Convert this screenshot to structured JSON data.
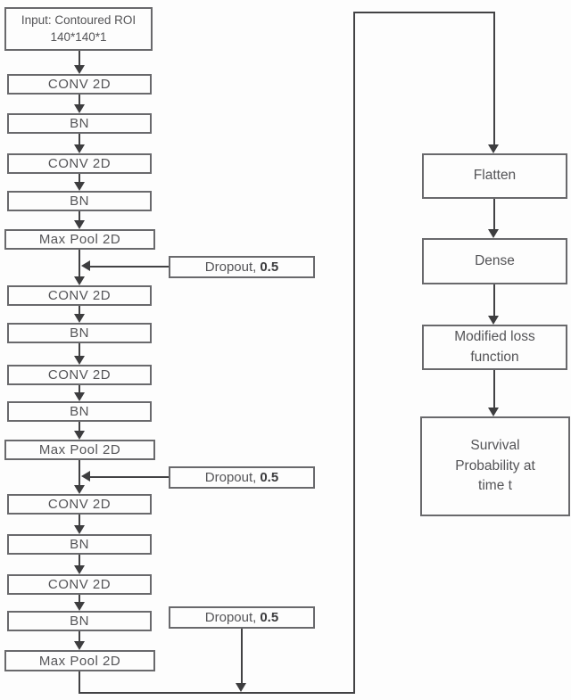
{
  "nodes": {
    "input": {
      "line1": "Input: Contoured ROI",
      "line2": "140*140*1"
    },
    "left": [
      "CONV 2D",
      "BN",
      "CONV 2D",
      "BN",
      "Max Pool 2D",
      "CONV 2D",
      "BN",
      "CONV 2D",
      "BN",
      "Max Pool 2D",
      "CONV 2D",
      "BN",
      "CONV 2D",
      "BN",
      "Max Pool 2D"
    ],
    "dropout_label": "Dropout,",
    "dropout_value": "0.5",
    "right": [
      "Flatten",
      "Dense",
      "Modified loss function",
      "Survival Probability at time t"
    ]
  },
  "colors": {
    "box_border": "#69696c",
    "line": "#424244",
    "text": "#545457",
    "background": "#fdfdfd"
  }
}
